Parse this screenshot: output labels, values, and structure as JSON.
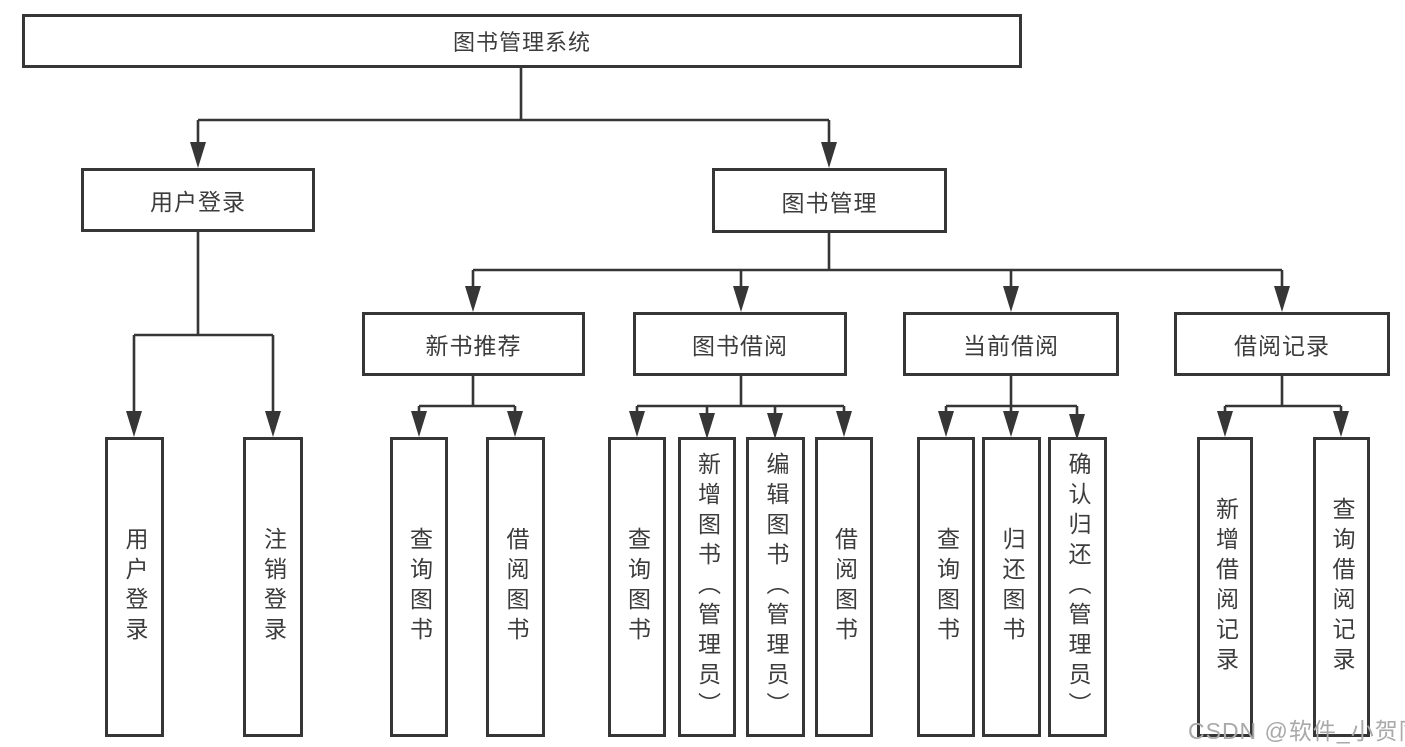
{
  "diagram": {
    "title": "图书管理系统",
    "level2": {
      "user_login": "用户登录",
      "book_mgmt": "图书管理"
    },
    "level3": {
      "new_books": "新书推荐",
      "borrowing": "图书借阅",
      "current": "当前借阅",
      "records": "借阅记录"
    },
    "leaves": {
      "login": "用户登录",
      "logout": "注销登录",
      "nb_query": "查询图书",
      "nb_borrow": "借阅图书",
      "bw_query": "查询图书",
      "bw_add": "新增图书（管理员）",
      "bw_edit": "编辑图书（管理员）",
      "bw_borrow": "借阅图书",
      "cur_query": "查询图书",
      "cur_return": "归还图书",
      "cur_confirm": "确认归还（管理员）",
      "rec_add": "新增借阅记录",
      "rec_query": "查询借阅记录"
    }
  },
  "watermark": "CSDN @软件_小贺同学",
  "colors": {
    "line": "#363636",
    "text": "#3c3c3c",
    "watermark": "#a9a9a9",
    "background": "#ffffff"
  }
}
